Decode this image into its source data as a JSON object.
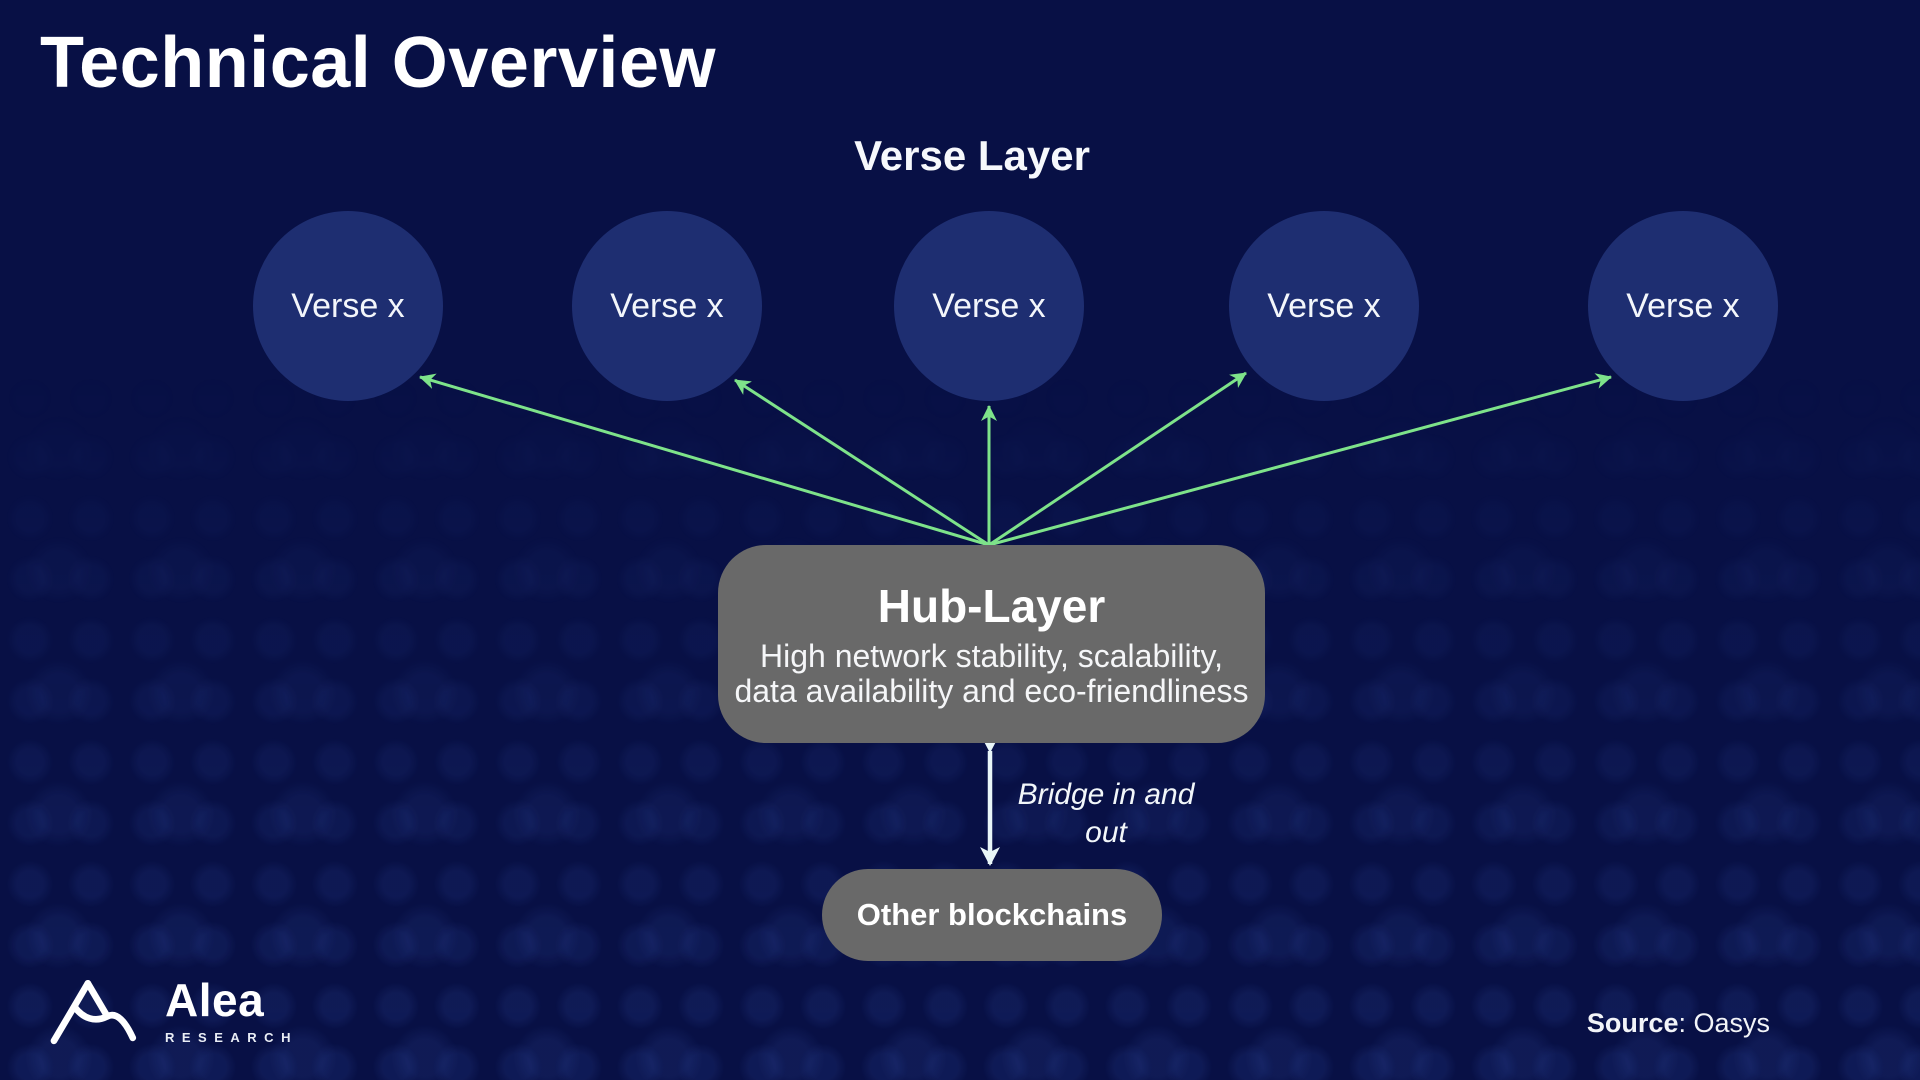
{
  "slide": {
    "title": "Technical Overview"
  },
  "diagram": {
    "verse_layer_title": "Verse Layer",
    "verse_nodes": [
      {
        "label": "Verse x"
      },
      {
        "label": "Verse x"
      },
      {
        "label": "Verse x"
      },
      {
        "label": "Verse x"
      },
      {
        "label": "Verse x"
      }
    ],
    "hub": {
      "title": "Hub-Layer",
      "description_line1": "High network stability, scalability,",
      "description_line2": "data availability and eco-friendliness"
    },
    "bridge_label_line1": "Bridge in and",
    "bridge_label_line2": "out",
    "other_chains_label": "Other blockchains"
  },
  "footer": {
    "logo_name": "Alea",
    "logo_subtitle": "RESEARCH",
    "source_label": "Source",
    "source_value": ": Oasys"
  },
  "colors": {
    "background": "#081045",
    "node_fill": "#1E2E71",
    "box_gray": "#696969",
    "arrow_green": "#7EE38A",
    "arrow_white": "#E9F6F8",
    "text_white": "#FFFFFF"
  }
}
